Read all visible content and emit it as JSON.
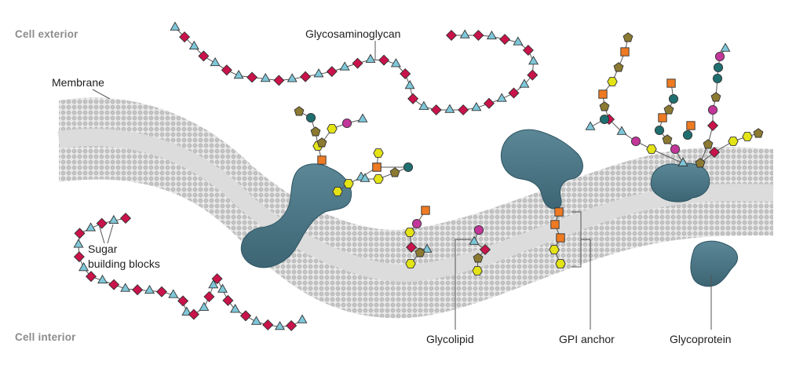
{
  "labels": {
    "cell_exterior": "Cell exterior",
    "cell_interior": "Cell interior",
    "membrane": "Membrane",
    "glycosaminoglycan": "Glycosaminoglycan",
    "sugar_line1": "Sugar",
    "sugar_line2": "building blocks",
    "glycolipid": "Glycolipid",
    "gpi_anchor": "GPI anchor",
    "glycoprotein": "Glycoprotein"
  },
  "legend_icons": {
    "triangle": "light-blue-triangle-sugar",
    "diamond": "crimson-diamond-sugar",
    "circle_teal": "teal-circle-sugar",
    "circle_magenta": "magenta-circle-sugar",
    "hexagon": "yellow-hexagon-sugar",
    "pentagon": "olive-pentagon-sugar",
    "square": "orange-square-sugar"
  },
  "colors": {
    "protein": "#4a7585",
    "protein_dark": "#2e5563",
    "lipid_head": "#bdbdbd",
    "membrane_core": "#dedede",
    "tri": "#7ec7d9",
    "diamond": "#c9134a",
    "teal": "#1f6f70",
    "magenta": "#c2369a",
    "yellow": "#e3e316",
    "olive": "#8c7a32",
    "orange": "#ee7a22",
    "stroke": "#333333",
    "leader": "#555555",
    "region_text": "#8c8c8c"
  }
}
